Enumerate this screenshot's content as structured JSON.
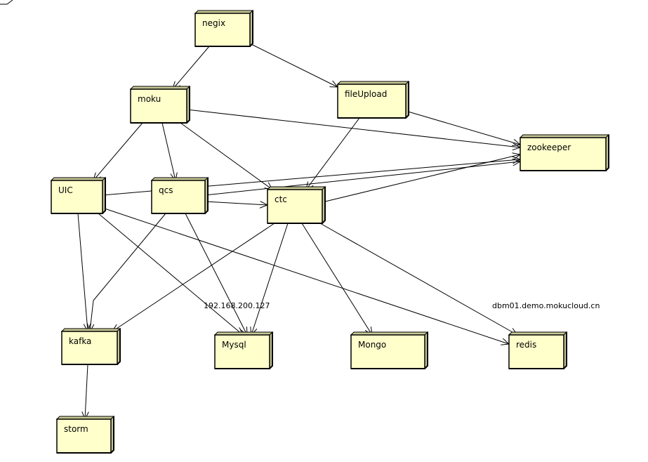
{
  "diagram": {
    "nodes": {
      "negix": {
        "label": "negix"
      },
      "moku": {
        "label": "moku"
      },
      "fileUpload": {
        "label": "fileUpload"
      },
      "zookeeper": {
        "label": "zookeeper"
      },
      "UIC": {
        "label": "UIC"
      },
      "qcs": {
        "label": "qcs"
      },
      "ctc": {
        "label": "ctc"
      },
      "kafka": {
        "label": "kafka"
      },
      "Mysql": {
        "label": "Mysql"
      },
      "Mongo": {
        "label": "Mongo"
      },
      "redis": {
        "label": "redis"
      },
      "storm": {
        "label": "storm"
      }
    },
    "notes": {
      "mysql_host": "192.168.200.127",
      "redis_host": "dbm01.demo.mokucloud.cn"
    },
    "edges": [
      [
        "negix",
        "moku"
      ],
      [
        "negix",
        "fileUpload"
      ],
      [
        "moku",
        "UIC"
      ],
      [
        "moku",
        "qcs"
      ],
      [
        "moku",
        "ctc"
      ],
      [
        "moku",
        "zookeeper"
      ],
      [
        "fileUpload",
        "ctc"
      ],
      [
        "fileUpload",
        "zookeeper"
      ],
      [
        "UIC",
        "zookeeper"
      ],
      [
        "UIC",
        "kafka"
      ],
      [
        "UIC",
        "Mysql"
      ],
      [
        "UIC",
        "redis"
      ],
      [
        "qcs",
        "zookeeper"
      ],
      [
        "qcs",
        "ctc"
      ],
      [
        "qcs",
        "Mysql"
      ],
      [
        "qcs",
        "kafka"
      ],
      [
        "ctc",
        "zookeeper"
      ],
      [
        "ctc",
        "kafka"
      ],
      [
        "ctc",
        "Mysql"
      ],
      [
        "ctc",
        "Mongo"
      ],
      [
        "ctc",
        "redis"
      ],
      [
        "kafka",
        "storm"
      ]
    ],
    "colors": {
      "node_fill": "#ffffcc",
      "node_side": "#c8c896",
      "stroke": "#000000"
    }
  }
}
